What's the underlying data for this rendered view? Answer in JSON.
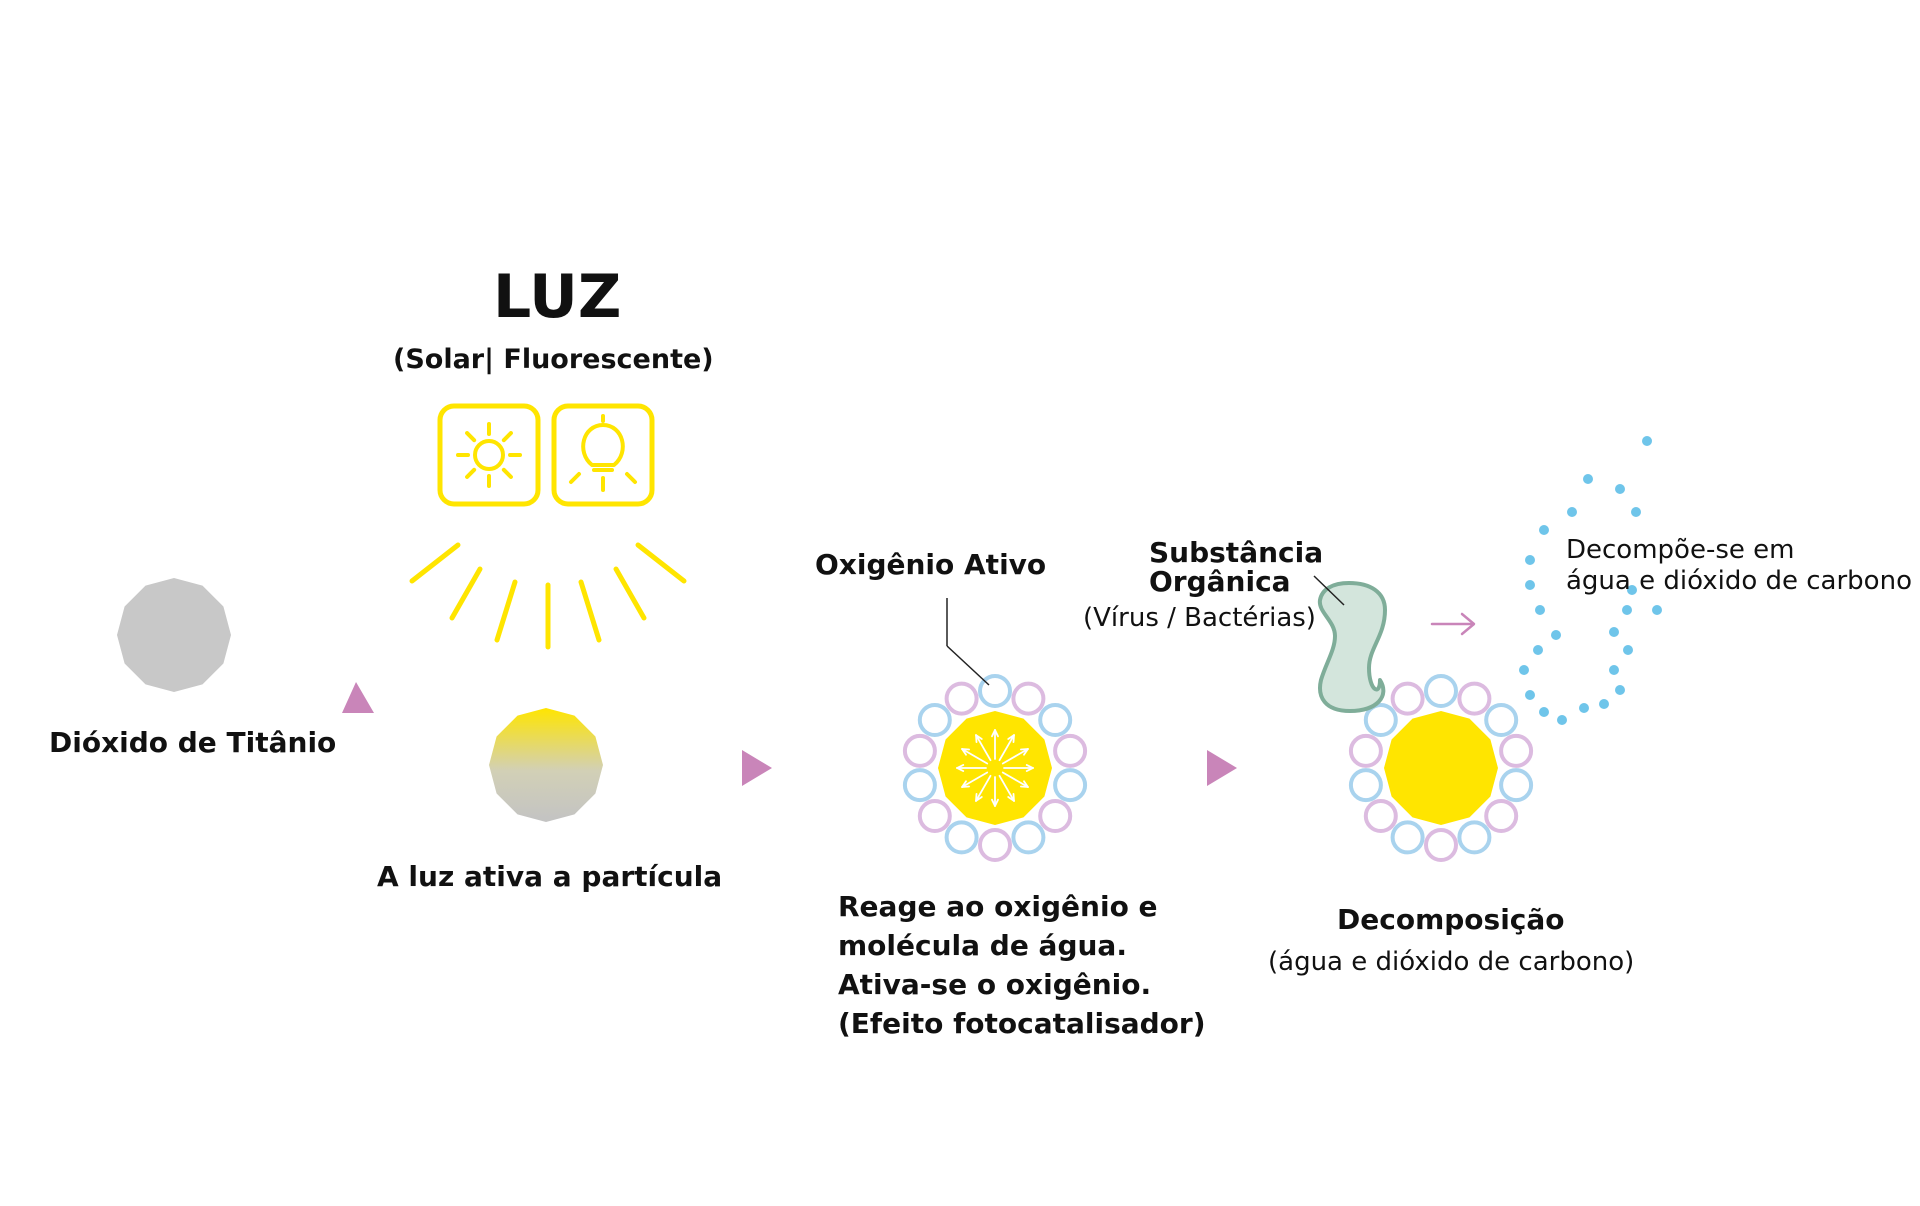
{
  "title": "LUZ",
  "subtitle": "(Solar|  Fluorescente)",
  "icons": {
    "sun": "sun-icon",
    "bulb": "lightbulb-icon"
  },
  "steps": {
    "step1": {
      "label": "Dióxido de Titânio"
    },
    "step2": {
      "label": "A luz ativa a partícula"
    },
    "step3": {
      "callout": "Oxigênio Ativo",
      "lines": [
        "Reage ao oxigênio e",
        "molécula de água.",
        "Ativa-se o oxigênio.",
        "(Efeito fotocatalisador)"
      ]
    },
    "step4": {
      "organic_title_1": "Substância",
      "organic_title_2": "Orgânica",
      "organic_sub": "(Vírus / Bactérias)",
      "label": "Decomposição",
      "label_sub": "(água e dióxido de carbono)"
    },
    "step5": {
      "line1": "Decompõe-se em",
      "line2": "água e dióxido de carbono"
    }
  },
  "colors": {
    "yellow": "#ffe500",
    "gray": "#c8c8c8",
    "arrow": "#c985b9",
    "organic_fill": "#d3e5dc",
    "organic_stroke": "#7fad99",
    "dots": "#6fc5ea",
    "bubble_blue": "#a9d3ee",
    "bubble_pink": "#dcbbe0"
  }
}
